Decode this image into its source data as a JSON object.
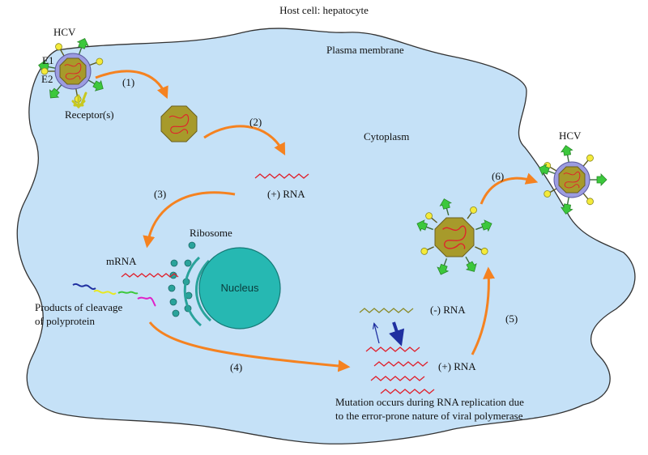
{
  "title": "Host cell: hepatocyte",
  "labels": {
    "hcv_in": "HCV",
    "hcv_out": "HCV",
    "e1": "E1",
    "e2": "E2",
    "receptor": "Receptor(s)",
    "plasma_membrane": "Plasma membrane",
    "cytoplasm": "Cytoplasm",
    "plus_rna_1": "(+) RNA",
    "ribosome": "Ribosome",
    "mrna": "mRNA",
    "nucleus": "Nucleus",
    "products_1": "Products of cleavage",
    "products_2": "of polyprotein",
    "minus_rna": "(-) RNA",
    "plus_rna_2": "(+) RNA",
    "mutation_1": "Mutation occurs during RNA replication due",
    "mutation_2": "to the  error-prone nature of viral polymerase"
  },
  "steps": [
    "(1)",
    "(2)",
    "(3)",
    "(4)",
    "(5)",
    "(6)"
  ],
  "colors": {
    "cell_fill": "#c5e1f7",
    "cell_stroke": "#333333",
    "arrow": "#f58220",
    "capsid": "#a79a2b",
    "envelope": "#9c9ce0",
    "rna": "#e0202c",
    "nucleus": "#26b8b2",
    "ribosome": "#2aa39b",
    "spike_green": "#3cc83c",
    "spike_yellow": "#f4ea3a",
    "minus_rna": "#8a8a28",
    "replication_arrow": "#1f2fa0"
  }
}
